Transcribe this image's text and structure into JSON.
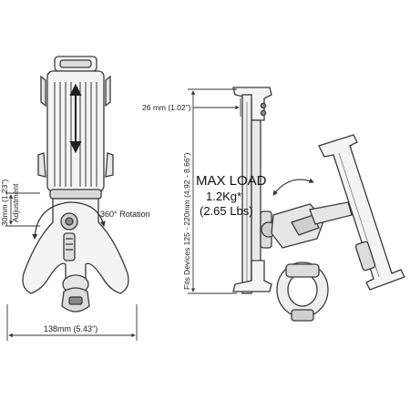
{
  "labels": {
    "width_top": "26 mm (1.02\")",
    "adjust_line1": "30mm (1.23\")",
    "adjust_line2": "Adjustment",
    "rotation": "360° Rotation",
    "width_bottom": "138mm (5.43\")",
    "fits_devices": "Fits Devices 125 - 220mm (4.92 - 8.66\")",
    "max_load_title": "MAX LOAD",
    "max_load_kg": "1.2Kg*",
    "max_load_lbs": "(2.65 Lbs)"
  },
  "colors": {
    "line": "#3a3a3a",
    "fill_light": "#f2f2f2",
    "fill_mid": "#cfcfcf",
    "fill_dark": "#8a8a8a"
  }
}
